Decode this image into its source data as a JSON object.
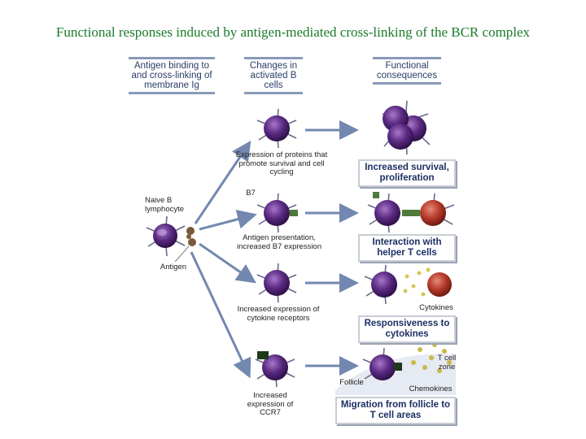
{
  "title": "Functional responses induced by antigen-mediated cross-linking of the BCR complex",
  "headers": {
    "col1": "Antigen binding to and cross-linking of membrane Ig",
    "col2": "Changes in activated B cells",
    "col3": "Functional consequences"
  },
  "labels": {
    "naive": "Naive B lymphocyte",
    "antigen": "Antigen",
    "b7": "B7",
    "expr_survival": "Expression of proteins that promote survival and cell cycling",
    "antigen_pres": "Antigen presentation, increased B7 expression",
    "cytokine_rec": "Increased expression of cytokine receptors",
    "ccr7": "Increased expression of CCR7",
    "cytokines": "Cytokines",
    "tcell_zone": "T cell zone",
    "follicle": "Follicle",
    "chemokines": "Chemokines"
  },
  "outcomes": [
    "Increased survival, proliferation",
    "Interaction with helper T cells",
    "Responsiveness to cytokines",
    "Migration from follicle to T cell areas"
  ],
  "colors": {
    "title": "#1a7a2a",
    "bcell": "#5a2a82",
    "tcell": "#b53a2a",
    "arrow": "#7288b0",
    "box_text": "#1c2f63"
  }
}
